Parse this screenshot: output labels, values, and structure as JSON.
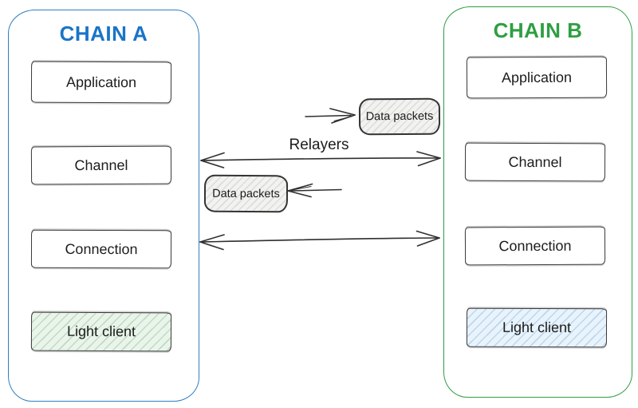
{
  "diagram": {
    "type": "flow-diagram",
    "chain_a": {
      "title": "CHAIN A",
      "accent": "#1a74c8",
      "boxes": [
        {
          "label": "Application",
          "fill": "white"
        },
        {
          "label": "Channel",
          "fill": "white"
        },
        {
          "label": "Connection",
          "fill": "white"
        },
        {
          "label": "Light client",
          "fill": "green-hatch",
          "fill_color": "#eaf4ea"
        }
      ]
    },
    "chain_b": {
      "title": "CHAIN B",
      "accent": "#2f9e44",
      "boxes": [
        {
          "label": "Application",
          "fill": "white"
        },
        {
          "label": "Channel",
          "fill": "white"
        },
        {
          "label": "Connection",
          "fill": "white"
        },
        {
          "label": "Light client",
          "fill": "blue-hatch",
          "fill_color": "#e9f3fb"
        }
      ]
    },
    "relayer": {
      "label": "Relayers",
      "data_packets_top": "Data packets",
      "data_packets_bottom": "Data packets"
    },
    "edges": [
      {
        "from": "chain-a-channel",
        "to": "chain-a-application",
        "direction": "up"
      },
      {
        "from": "chain-a-application",
        "to": "chain-a-channel",
        "direction": "down"
      },
      {
        "from": "chain-a-channel",
        "to": "chain-a-connection",
        "direction": "down"
      },
      {
        "from": "chain-a-connection",
        "to": "chain-a-light-client",
        "direction": "down"
      },
      {
        "from": "chain-b-channel",
        "to": "chain-b-application",
        "direction": "up"
      },
      {
        "from": "chain-b-application",
        "to": "chain-b-channel",
        "direction": "down"
      },
      {
        "from": "chain-b-channel",
        "to": "chain-b-connection",
        "direction": "down"
      },
      {
        "from": "chain-b-connection",
        "to": "chain-b-light-client",
        "direction": "down"
      },
      {
        "from": "chain-a-channel",
        "to": "chain-b-channel",
        "direction": "both",
        "label": "Relayers"
      },
      {
        "from": "chain-a-connection",
        "to": "chain-b-connection",
        "direction": "both"
      },
      {
        "from": "relayer-line",
        "to": "data-packets-top",
        "direction": "right"
      },
      {
        "from": "relayer-line",
        "to": "data-packets-bottom",
        "direction": "left"
      }
    ],
    "colors": {
      "chain_a_border": "#2e7fc2",
      "chain_b_border": "#2f9e44",
      "box_border": "#3a3a3a",
      "arrow": "#2f2f2f",
      "light_client_a_fill": "#eaf4ea",
      "light_client_b_fill": "#e9f3fb",
      "data_packet_fill": "#f2f2f0"
    }
  }
}
